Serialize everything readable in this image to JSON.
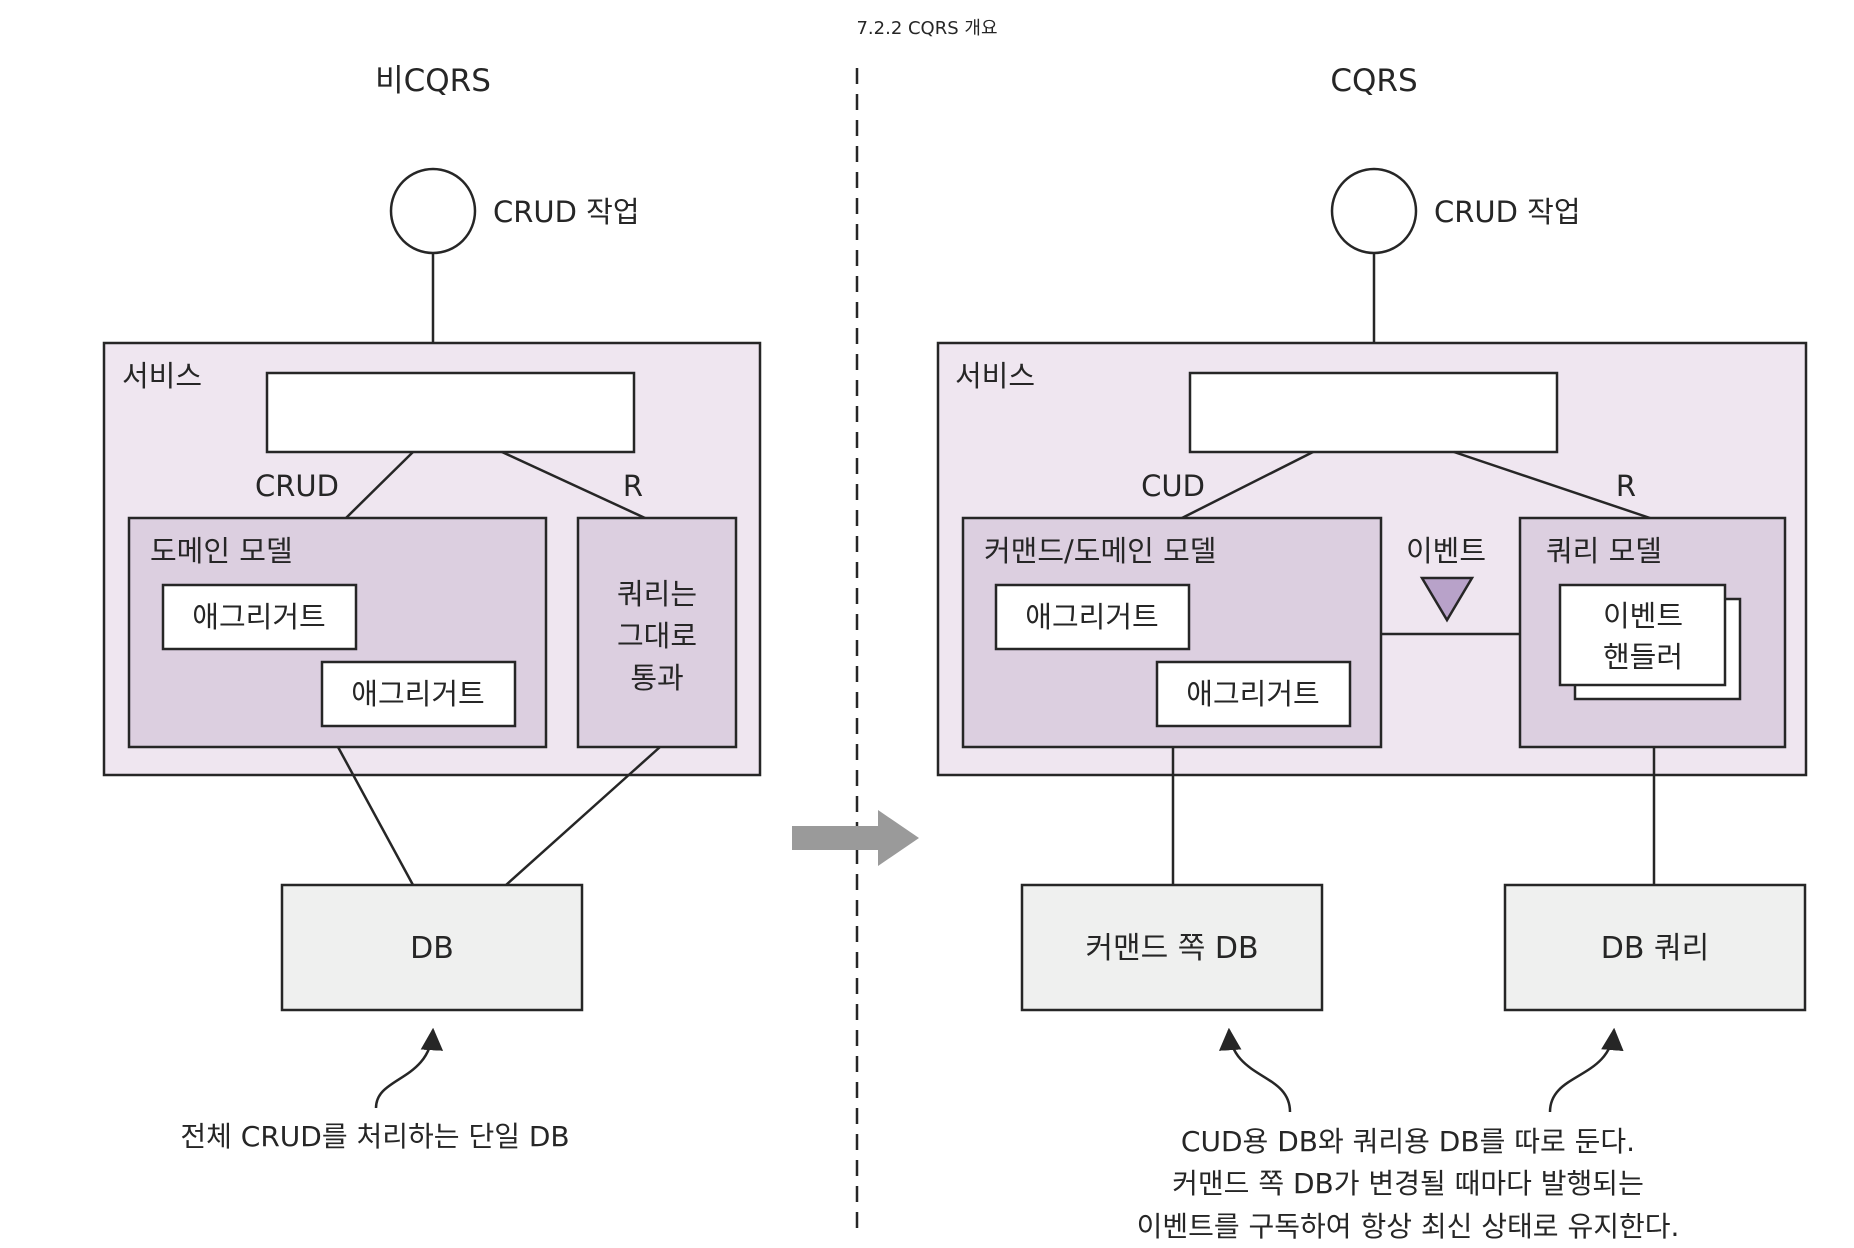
{
  "caption": "7.2.2 CQRS 개요",
  "left": {
    "heading": "비CQRS",
    "actor_label": "CRUD 작업",
    "service_label": "서비스",
    "crud_label": "CRUD",
    "read_label": "R",
    "domain_label": "도메인 모델",
    "aggregate_1": "애그리거트",
    "aggregate_2": "애그리거트",
    "query_pass": [
      "쿼리는",
      "그대로",
      "통과"
    ],
    "db_label": "DB",
    "note": "전체 CRUD를 처리하는 단일 DB"
  },
  "right": {
    "heading": "CQRS",
    "actor_label": "CRUD 작업",
    "service_label": "서비스",
    "cud_label": "CUD",
    "read_label": "R",
    "command_model_label": "커맨드/도메인 모델",
    "aggregate_1": "애그리거트",
    "aggregate_2": "애그리거트",
    "event_label": "이벤트",
    "query_model_label": "쿼리 모델",
    "event_handler": [
      "이벤트",
      "핸들러"
    ],
    "command_db_label": "커맨드 쪽 DB",
    "query_db_label": "DB 쿼리",
    "note": [
      "CUD용 DB와 쿼리용 DB를 따로 둔다.",
      "커맨드 쪽 DB가 변경될 때마다 발행되는",
      "이벤트를 구독하여 항상 최신 상태로 유지한다."
    ]
  },
  "colors": {
    "service_fill": "#efe6f0",
    "model_fill": "#dccfe0",
    "db_fill": "#eff0ef",
    "event_marker": "#b8a2c9",
    "arrow_gray": "#9a9a9a",
    "stroke": "#262626"
  }
}
